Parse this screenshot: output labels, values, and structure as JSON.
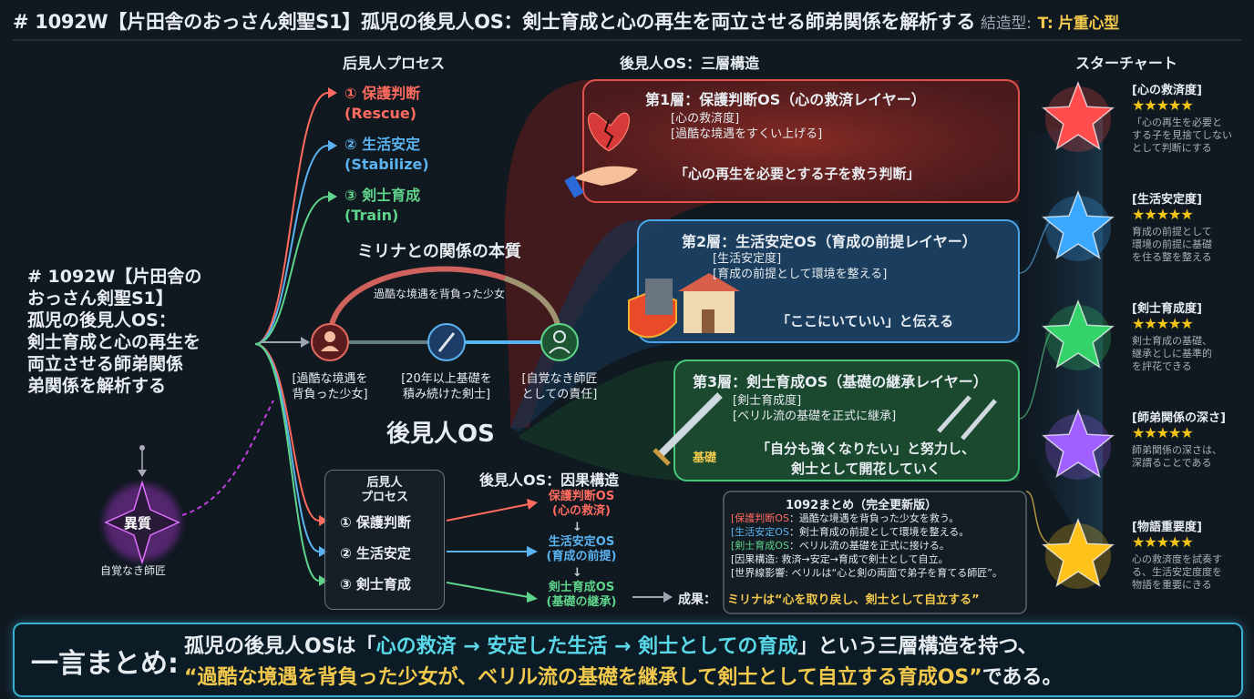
{
  "header": {
    "title": "# 1092W【片田舎のおっさん剣聖S1】孤児の後見人OS：剣士育成と心の再生を両立させる師弟関係を解析する",
    "type_label": "結造型:",
    "type_value": "T: 片重心型"
  },
  "section_titles": {
    "process": "后見人プロセス",
    "layers": "後見人OS：三層構造",
    "starchart": "スターチャート",
    "relation": "ミリナとの関係の本質",
    "causal": "後見人OS：因果構造"
  },
  "process": [
    {
      "label": "① 保護判断",
      "en": "(Rescue)"
    },
    {
      "label": "② 生活安定",
      "en": "(Stabilize)"
    },
    {
      "label": "③ 剣士育成",
      "en": "(Train)"
    }
  ],
  "main_title": [
    "# 1092W【片田舎の",
    "おっさん剣聖S1】",
    "孤児の後見人OS：",
    "剣士育成と心の再生を",
    "両立させる師弟関係",
    "弟関係を解析する"
  ],
  "relation": {
    "arc_label": "過酷な境遇を背負った少女",
    "nodes": [
      {
        "line1": "[過酷な境遇を",
        "line2": "背負った少女]"
      },
      {
        "line1": "[20年以上基礎を",
        "line2": "積み続けた剣士]"
      },
      {
        "line1": "[自覚なき師匠",
        "line2": "としての責任]"
      }
    ]
  },
  "os_label": "後見人OS",
  "anomaly": {
    "label": "異質",
    "caption": "自覚なき師匠"
  },
  "panels": [
    {
      "title": "第1層：保護判断OS（心の救済レイヤー）",
      "tag1": "[心の救済度]",
      "tag2": "[過酷な境遇をすくい上げる]",
      "quote": "「心の再生を必要とする子を救う判断」"
    },
    {
      "title": "第2層：生活安定OS（育成の前提レイヤー）",
      "tag1": "[生活安定度]",
      "tag2": "[育成の前提として環境を整える]",
      "quote": "「ここにいていい」と伝える"
    },
    {
      "title": "第3層：剣士育成OS（基礎の継承レイヤー）",
      "tag1": "[剣士育成度]",
      "tag2": "[ベリル流の基礎を正式に継承]",
      "quote1": "「自分も強くなりたい」と努力し、",
      "quote2": "剣士として開花していく",
      "kiso": "基礎"
    }
  ],
  "causal_box": {
    "title1": "后見人",
    "title2": "プロセス",
    "steps": [
      "① 保護判断",
      "② 生活安定",
      "③ 剣士育成"
    ]
  },
  "causal_chain": [
    {
      "l1": "保護判断OS",
      "l2": "(心の救済)"
    },
    {
      "l1": "生活安定OS",
      "l2": "(育成の前提)"
    },
    {
      "l1": "剣士育成OS",
      "l2": "(基礎の継承)"
    }
  ],
  "arrow_down": "↓",
  "result": {
    "label": "成果：",
    "text": "ミリナは“心を取り戻し、剣士として自立する”"
  },
  "summary": {
    "title": "1092まとめ（完全更新版）",
    "lines": [
      {
        "tag": "[保護判断OS",
        "text": "：過酷な境遇を背負った少女を救う。"
      },
      {
        "tag": "[生活安定OS",
        "text": "：剣士育成の前提として環境を整える。"
      },
      {
        "tag": "[剣士育成OS",
        "text": "：ベリル流の基礎を正式に接ける。"
      },
      {
        "tag": "[因果構造",
        "text": ": 救済→安定→育成で剣士として自立。"
      },
      {
        "tag": "[世界線影響",
        "text": ": ベリルは“心と剣の両面で弟子を育てる師匠”。"
      }
    ]
  },
  "stars": [
    {
      "title": "[心の救済度]",
      "rating": "★★★★★",
      "d1": "「心の再生を必要と",
      "d2": "する子を見捨てしない",
      "d3": "として判断にする",
      "color": "#ff4d4d"
    },
    {
      "title": "[生活安定度]",
      "rating": "★★★★★",
      "d1": "育成の前提として",
      "d2": "環境の前提に基礎",
      "d3": "を住る整を整える",
      "color": "#3aa8ff"
    },
    {
      "title": "[剣士育成度]",
      "rating": "★★★★★",
      "d1": "剣士育成の基礎、",
      "d2": "継承としに基準的",
      "d3": "を評花できる",
      "color": "#34d36a"
    },
    {
      "title": "[師弟関係の深さ]",
      "rating": "★★★★★",
      "d1": "師弟関係の深さは、",
      "d2": "深謂ることである",
      "d3": "",
      "color": "#a060ff"
    },
    {
      "title": "[物語重要度]",
      "rating": "★★★★★",
      "d1": "心の救済度を試奏す",
      "d2": "る、生活安定度度を",
      "d3": "物語を重要にきる",
      "color": "#ffc21a"
    }
  ],
  "bottom": {
    "label": "一言まとめ:",
    "l1a": "孤児の後見人OSは「",
    "l1b": "心の救済 → 安定した生活 → 剣士としての育成",
    "l1c": "」という三層構造を持つ、",
    "l2a": "“過酷な境遇を背負った少女が、ベリル流の基礎を継承して剣士として自立する育成OS”",
    "l2b": "である。"
  },
  "colors": {
    "red": "#ff6b5e",
    "blue": "#5ab3f0",
    "green": "#5ed38a",
    "gold": "#f2c94c",
    "cyan": "#5ad8e8"
  }
}
